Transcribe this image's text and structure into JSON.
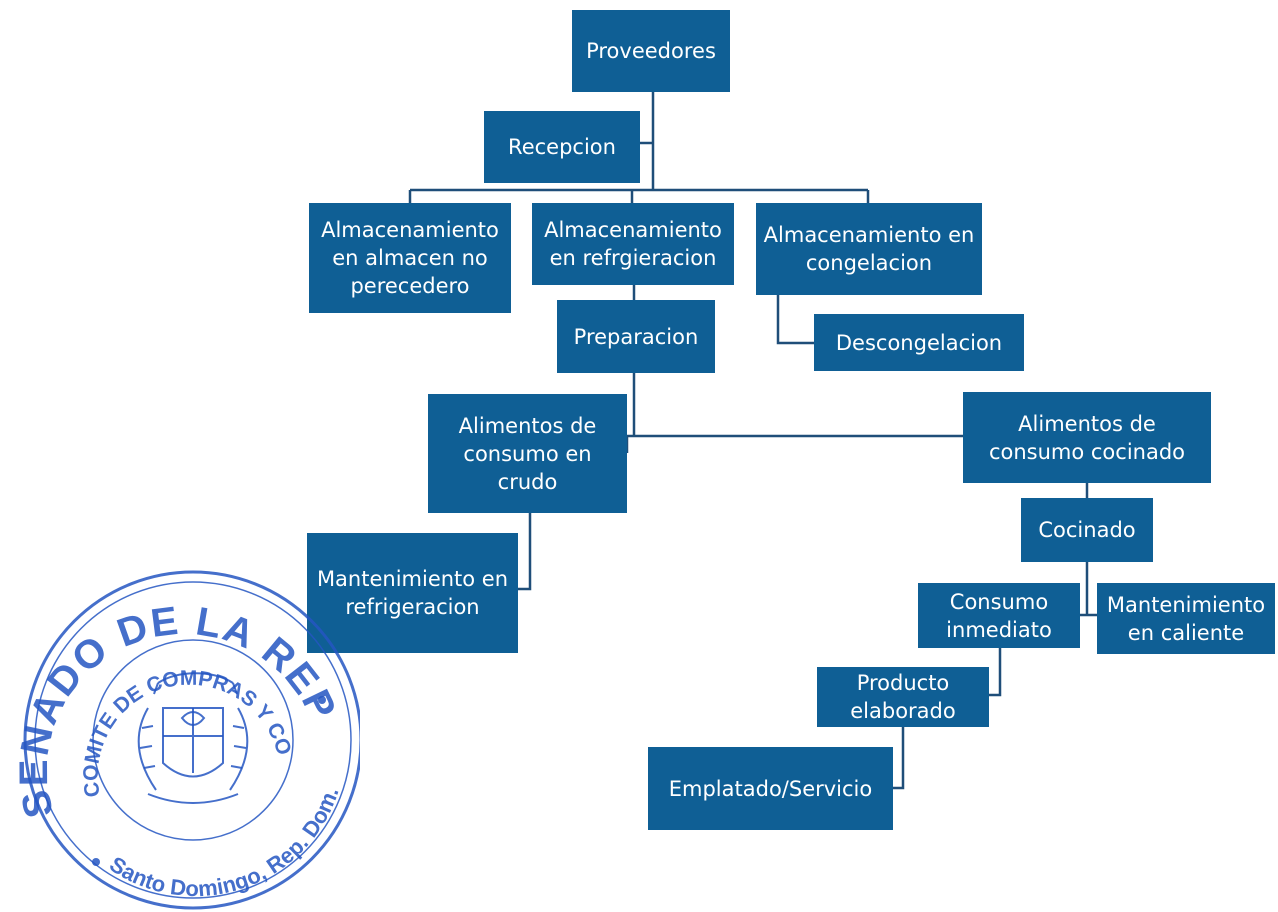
{
  "diagram": {
    "nodes": {
      "proveedores": "Proveedores",
      "recepcion": "Recepcion",
      "almacen_no_perecedero": "Almacenamiento\nen almacen no\nperecedero",
      "almacen_refrigeracion": "Almacenamiento\nen refrgieracion",
      "almacen_congelacion": "Almacenamiento en\ncongelacion",
      "descongelacion": "Descongelacion",
      "preparacion": "Preparacion",
      "consumo_crudo": "Alimentos de\nconsumo en\ncrudo",
      "consumo_cocinado": "Alimentos de\nconsumo cocinado",
      "mantenimiento_refrigeracion": "Mantenimiento en\nrefrigeracion",
      "cocinado": "Cocinado",
      "consumo_inmediato": "Consumo\ninmediato",
      "mantenimiento_caliente": "Mantenimiento\nen caliente",
      "producto_elaborado": "Producto\nelaborado",
      "emplatado_servicio": "Emplatado/Servicio"
    },
    "colors": {
      "node_fill": "#0f5f95",
      "node_text": "#ffffff",
      "connector": "#1f4e79"
    }
  },
  "seal": {
    "outer_text": "SENADO DE LA REPUBLICA",
    "inner_text": "COMITE DE COMPRAS Y CONTRATACIONES",
    "bottom_text": "Santo Domingo, Rep. Dom.",
    "color": "#2456c2"
  }
}
